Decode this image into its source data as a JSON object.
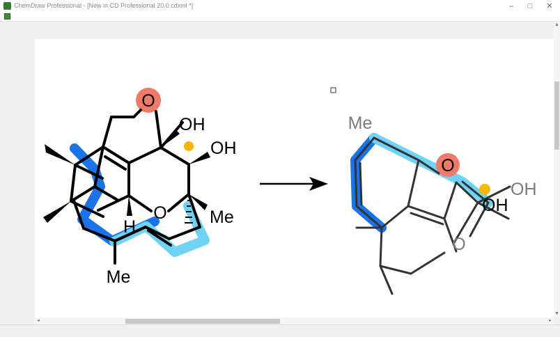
{
  "window": {
    "title": "ChemDraw Professional - [New in CD Professional 20.0.cdxml *]",
    "minimize_icon": "–",
    "maximize_icon": "□",
    "close_icon": "✕"
  },
  "scrollbars": {
    "up_icon": "▲",
    "down_icon": "▼",
    "left_icon": "◂",
    "right_icon": "▸"
  },
  "drawing": {
    "colors": {
      "highlight_dark_blue": "#1a73e8",
      "highlight_light_blue": "#6fd3f5",
      "oxygen_highlight": "#f07a6a",
      "stereocenter_highlight": "#f5b800",
      "bond": "#000000",
      "product_bond": "#333333",
      "product_label_gray": "#7a7a7a"
    },
    "reactant": {
      "atom_labels": {
        "o_top": "O",
        "oh_1": "OH",
        "oh_2": "OH",
        "o_ring": "O",
        "me_right": "Me",
        "h_label": "H",
        "me_bottom": "Me"
      }
    },
    "product": {
      "atom_labels": {
        "me": "Me",
        "o_top": "O",
        "oh_top": "OH",
        "oh_bottom": "OH",
        "o_ring": "O"
      }
    }
  }
}
